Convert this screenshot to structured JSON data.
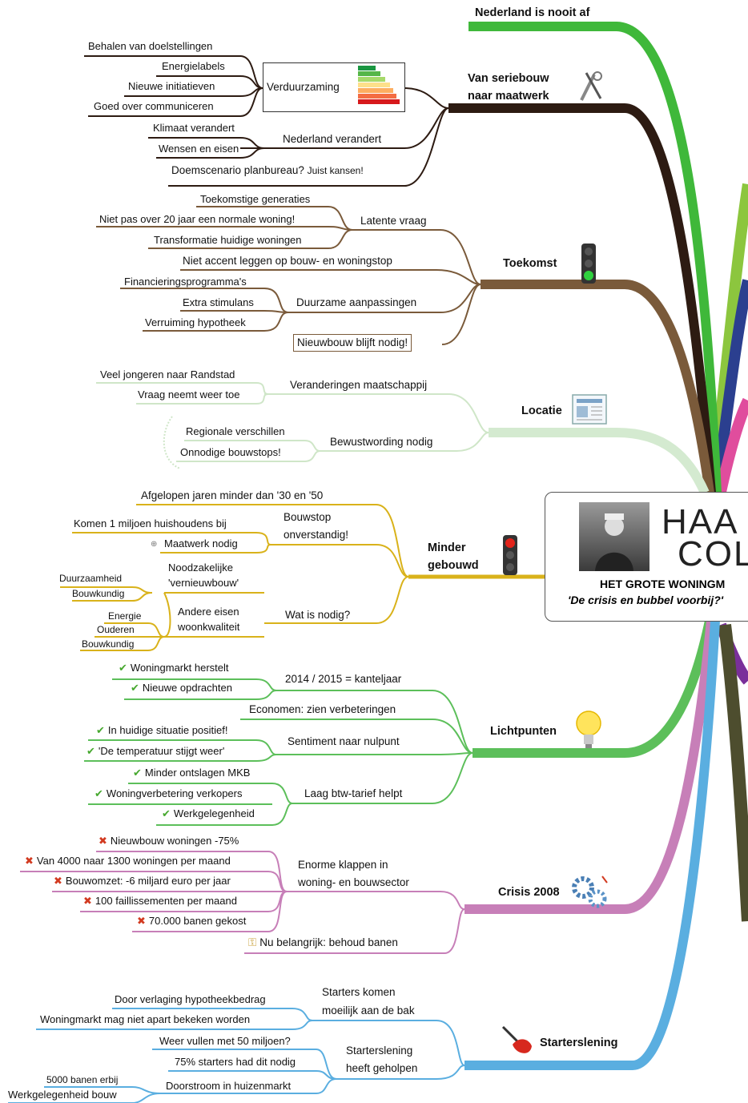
{
  "center": {
    "logo_text_1": "HAA",
    "logo_text_2": "COL",
    "title": "HET GROTE WONINGM",
    "subtitle": "'De crisis en bubbel voorbij?'"
  },
  "branches": {
    "nooit_af": {
      "label": "Nederland is nooit af",
      "color": "#3fb83a"
    },
    "seriebouw": {
      "label_1": "Van seriebouw",
      "label_2": "naar maatwerk",
      "color": "#2d1b12",
      "icon": "tools-icon",
      "verduurzaming": {
        "label": "Verduurzaming",
        "children": [
          "Behalen van doelstellingen",
          "Energielabels",
          "Nieuwe initiatieven",
          "Goed over communiceren"
        ]
      },
      "nl_verandert": {
        "label": "Nederland verandert",
        "children": [
          "Klimaat verandert",
          "Wensen en eisen"
        ]
      },
      "doemscenario": {
        "label": "Doemscenario planbureau?",
        "note": "Juist kansen!"
      }
    },
    "toekomst": {
      "label": "Toekomst",
      "color": "#7a5a3a",
      "icon": "traffic-light-green-icon",
      "latente": {
        "label": "Latente vraag",
        "children": [
          "Toekomstige generaties",
          "Niet pas over 20 jaar een normale woning!",
          "Transformatie huidige woningen"
        ]
      },
      "accent": "Niet accent leggen op bouw- en woningstop",
      "duurzame": {
        "label": "Duurzame aanpassingen",
        "children": [
          "Financieringsprogramma's",
          "Extra stimulans",
          "Verruiming hypotheek"
        ]
      },
      "nieuwbouw": "Nieuwbouw blijft nodig!"
    },
    "locatie": {
      "label": "Locatie",
      "color": "#cfe6c8",
      "icon": "newspaper-icon",
      "veranderingen": {
        "label": "Veranderingen maatschappij",
        "children": [
          "Veel jongeren naar Randstad",
          "Vraag neemt weer toe"
        ]
      },
      "bewustwording": {
        "label": "Bewustwording nodig",
        "children": [
          "Regionale verschillen",
          "Onnodige bouwstops!"
        ]
      }
    },
    "minder": {
      "label_1": "Minder",
      "label_2": "gebouwd",
      "color": "#d9b21a",
      "icon": "traffic-light-red-icon",
      "afgelopen": "Afgelopen jaren minder dan '30 en '50",
      "bouwstop": {
        "label_1": "Bouwstop",
        "label_2": "onverstandig!",
        "children": [
          "Komen 1 miljoen huishoudens bij",
          "Maatwerk nodig"
        ]
      },
      "wat": {
        "label": "Wat is nodig?",
        "noodzakelijke": {
          "label_1": "Noodzakelijke",
          "label_2": "'vernieuwbouw'",
          "children": [
            "Duurzaamheid",
            "Bouwkundig"
          ]
        },
        "andere": {
          "label_1": "Andere eisen",
          "label_2": "woonkwaliteit",
          "children": [
            "Energie",
            "Ouderen",
            "Bouwkundig"
          ]
        }
      }
    },
    "lichtpunten": {
      "label": "Lichtpunten",
      "color": "#5cbf5a",
      "icon": "lightbulb-icon",
      "kanteljaar": {
        "label": "2014 / 2015 = kanteljaar",
        "children": [
          "Woningmarkt herstelt",
          "Nieuwe opdrachten"
        ]
      },
      "economen": "Economen: zien verbeteringen",
      "sentiment": {
        "label": "Sentiment naar nulpunt",
        "children": [
          "In huidige situatie positief!",
          "'De temperatuur stijgt weer'"
        ]
      },
      "btw": {
        "label": "Laag btw-tarief helpt",
        "children": [
          "Minder ontslagen MKB",
          "Woningverbetering verkopers",
          "Werkgelegenheid"
        ]
      }
    },
    "crisis": {
      "label": "Crisis 2008",
      "color": "#c77fb8",
      "icon": "gears-icon",
      "klappen": {
        "label_1": "Enorme klappen in",
        "label_2": "woning- en bouwsector",
        "children": [
          "Nieuwbouw woningen -75%",
          "Van 4000 naar 1300 woningen per maand",
          "Bouwomzet: -6 miljard euro per jaar",
          "100 faillissementen per maand",
          "70.000 banen gekost"
        ]
      },
      "behoud": "Nu belangrijk: behoud banen"
    },
    "starterslening": {
      "label": "Starterslening",
      "color": "#5aaee0",
      "icon": "plunger-icon",
      "moeilijk": {
        "label_1": "Starters komen",
        "label_2": "moeilijk aan de bak",
        "children": [
          "Door verlaging hypotheekbedrag",
          "Woningmarkt mag niet apart bekeken worden"
        ]
      },
      "geholpen": {
        "label_1": "Starterslening",
        "label_2": "heeft geholpen",
        "children": [
          "Weer vullen met 50 miljoen?",
          "75% starters had dit nodig",
          "Doorstroom in huizenmarkt"
        ]
      },
      "doorstroom_children": [
        "5000 banen erbij",
        "Werkgelegenheid bouw"
      ]
    }
  }
}
